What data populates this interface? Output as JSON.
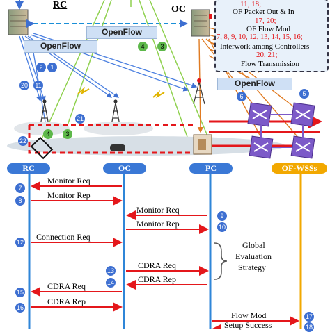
{
  "top": {
    "rc_label": "RC",
    "oc_label": "OC",
    "openflow_labels": [
      "OpenFlow",
      "OpenFlow",
      "OpenFlow"
    ]
  },
  "legend": {
    "line1": "11, 18;",
    "line2": "OF Packet Out & In",
    "line3": "17, 20;",
    "line4": "OF Flow Mod",
    "line5": "7, 8, 9, 10, 12, 13, 14, 15, 16;",
    "line6": "Interwork among Controllers",
    "line7": "20, 21;",
    "line8": "Flow Transmission"
  },
  "network_badges": {
    "blue": [
      "2",
      "1",
      "20",
      "11",
      "21",
      "22",
      "6",
      "5"
    ],
    "green": [
      "4",
      "3",
      "4",
      "3"
    ]
  },
  "lanes": [
    "RC",
    "OC",
    "PC",
    "OF-WSSs"
  ],
  "colors": {
    "lane_blue": "#3a78d6",
    "lane_orange": "#f2a800",
    "arrow_red": "#e4171b",
    "badge_blue": "#3d6fd1",
    "badge_green": "#5db84a"
  },
  "messages": [
    {
      "label": "Monitor Req",
      "step": "7"
    },
    {
      "label": "Monitor Rep",
      "step": "8"
    },
    {
      "label": "Monitor Req",
      "step": "9"
    },
    {
      "label": "Monitor Rep",
      "step": "10"
    },
    {
      "label": "Connection Req",
      "step": "12"
    },
    {
      "label": "CDRA Req",
      "step": "13"
    },
    {
      "label": "CDRA Rep",
      "step": "14"
    },
    {
      "label": "CDRA Req",
      "step": "15"
    },
    {
      "label": "CDRA Rep",
      "step": "16"
    },
    {
      "label": "Flow Mod",
      "step": "17"
    },
    {
      "label": "Setup Success",
      "step": "18"
    }
  ],
  "global_evaluation": [
    "Global",
    "Evaluation",
    "Strategy"
  ]
}
